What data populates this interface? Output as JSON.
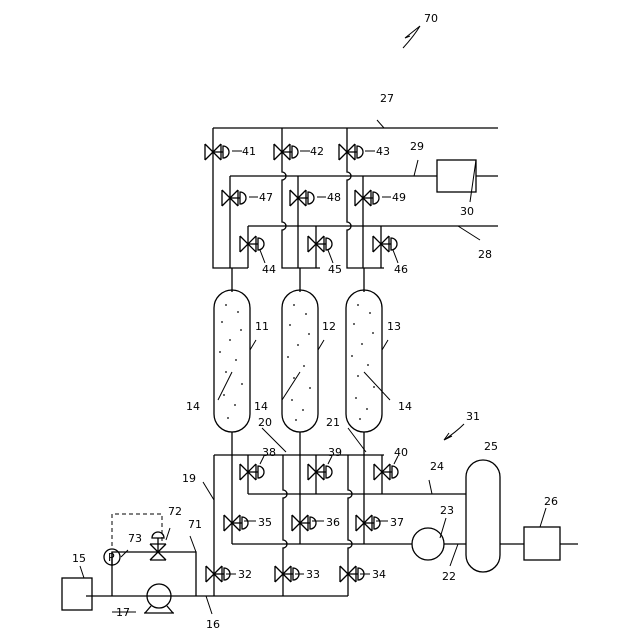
{
  "labels": {
    "l70": "70",
    "l27": "27",
    "l29": "29",
    "l30": "30",
    "l28": "28",
    "l41": "41",
    "l42": "42",
    "l43": "43",
    "l47": "47",
    "l48": "48",
    "l49": "49",
    "l44": "44",
    "l45": "45",
    "l46": "46",
    "l11": "11",
    "l12": "12",
    "l13": "13",
    "l14a": "14",
    "l14b": "14",
    "l14c": "14",
    "l31": "31",
    "l20": "20",
    "l21": "21",
    "l25": "25",
    "l38": "38",
    "l39": "39",
    "l40": "40",
    "l19": "19",
    "l24": "24",
    "l72": "72",
    "l73": "73",
    "l71": "71",
    "l23": "23",
    "l26": "26",
    "l35": "35",
    "l36": "36",
    "l37": "37",
    "l15": "15",
    "l22": "22",
    "l32": "32",
    "l33": "33",
    "l34": "34",
    "l17": "17",
    "l16": "16",
    "pump_p": "P"
  }
}
